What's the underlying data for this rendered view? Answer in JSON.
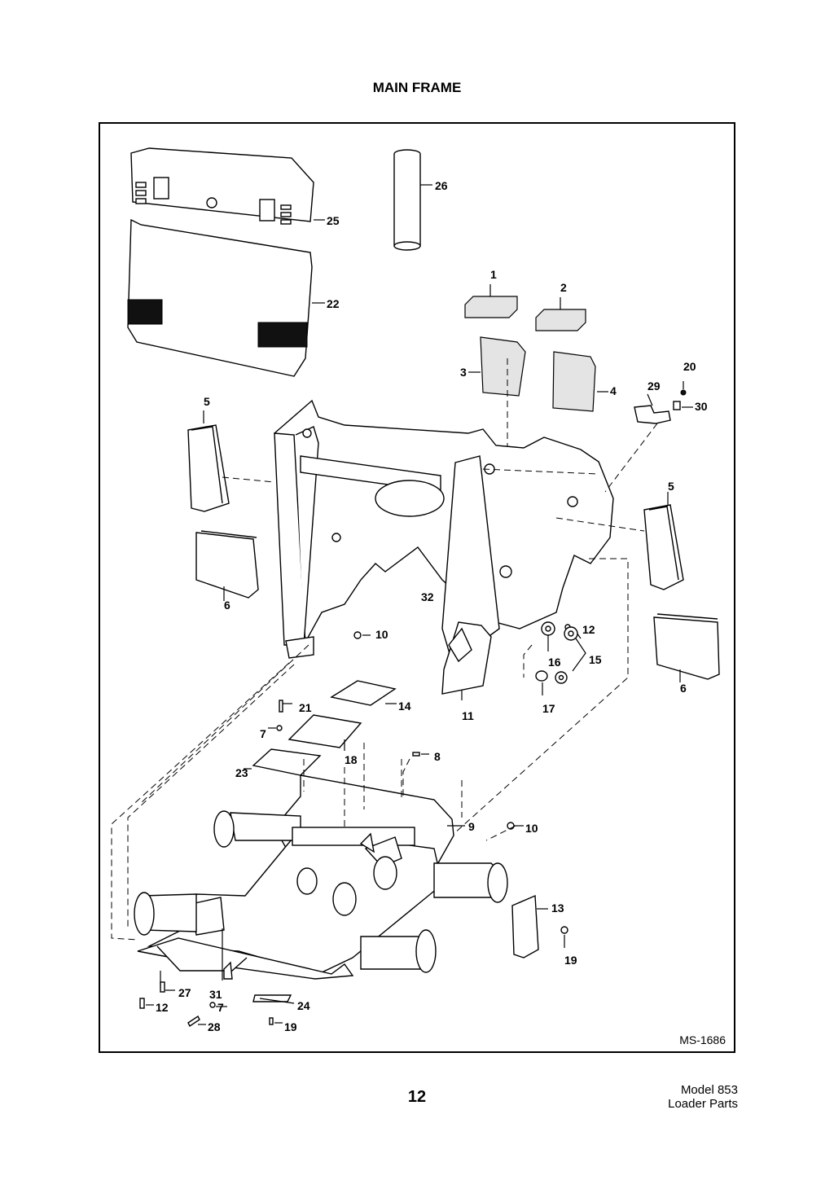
{
  "title": "MAIN FRAME",
  "drawing_id": "MS-1686",
  "page_number": "12",
  "model_line1": "Model 853",
  "model_line2": "Loader Parts",
  "callouts": [
    "1",
    "2",
    "3",
    "4",
    "5",
    "5",
    "6",
    "6",
    "7",
    "7",
    "8",
    "9",
    "10",
    "10",
    "11",
    "12",
    "12",
    "13",
    "14",
    "15",
    "16",
    "17",
    "18",
    "19",
    "19",
    "20",
    "21",
    "22",
    "23",
    "24",
    "25",
    "26",
    "27",
    "28",
    "29",
    "30",
    "31",
    "32"
  ]
}
